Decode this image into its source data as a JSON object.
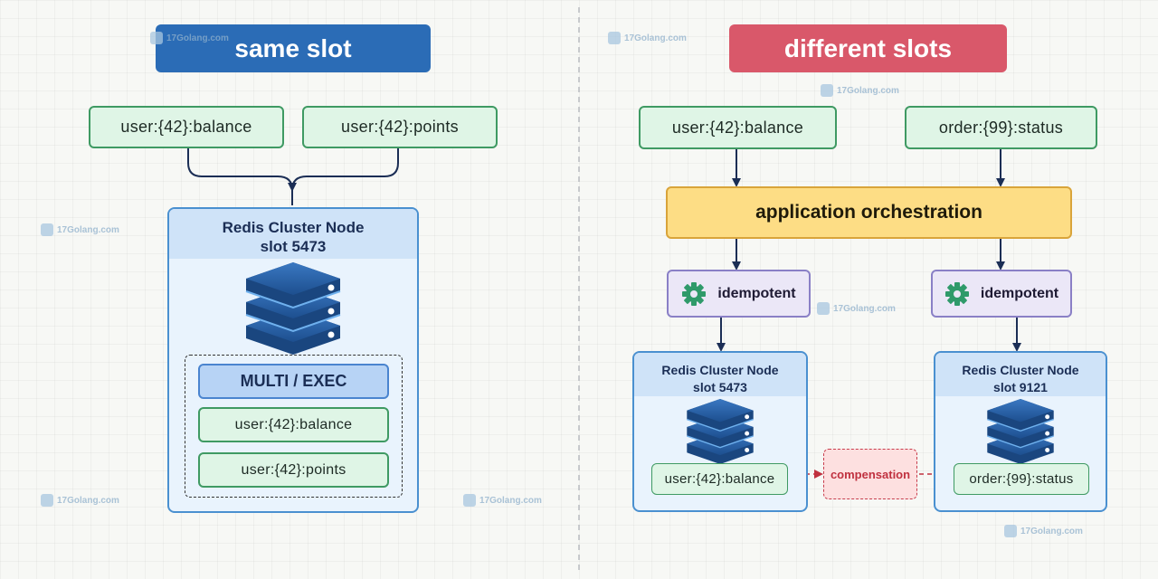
{
  "left": {
    "banner": "same slot",
    "keys": [
      "user:{42}:balance",
      "user:{42}:points"
    ],
    "node": {
      "title": "Redis Cluster Node",
      "slot": "slot  5473",
      "transaction": "MULTI / EXEC",
      "commands": [
        "user:{42}:balance",
        "user:{42}:points"
      ]
    }
  },
  "right": {
    "banner": "different slots",
    "keys": [
      "user:{42}:balance",
      "order:{99}:status"
    ],
    "orchestration": "application orchestration",
    "idempotent": [
      "idempotent",
      "idempotent"
    ],
    "node_a": {
      "title": "Redis Cluster Node",
      "slot": "slot  5473",
      "key": "user:{42}:balance"
    },
    "node_b": {
      "title": "Redis Cluster Node",
      "slot": "slot  9121",
      "key": "order:{99}:status"
    },
    "compensation": "compensation"
  },
  "watermark": "17Golang.com",
  "colors": {
    "same_slot_banner": "#2b6cb6",
    "different_slots_banner": "#d9586a",
    "key_fill": "#dff5e6",
    "node_fill": "#e9f3fd",
    "orchestration_fill": "#fddd85",
    "idempotent_fill": "#ebe7f7",
    "compensation_fill": "#fde0e0"
  },
  "icons": [
    "database-stack-icon",
    "gear-icon",
    "17golang-logo-icon"
  ]
}
